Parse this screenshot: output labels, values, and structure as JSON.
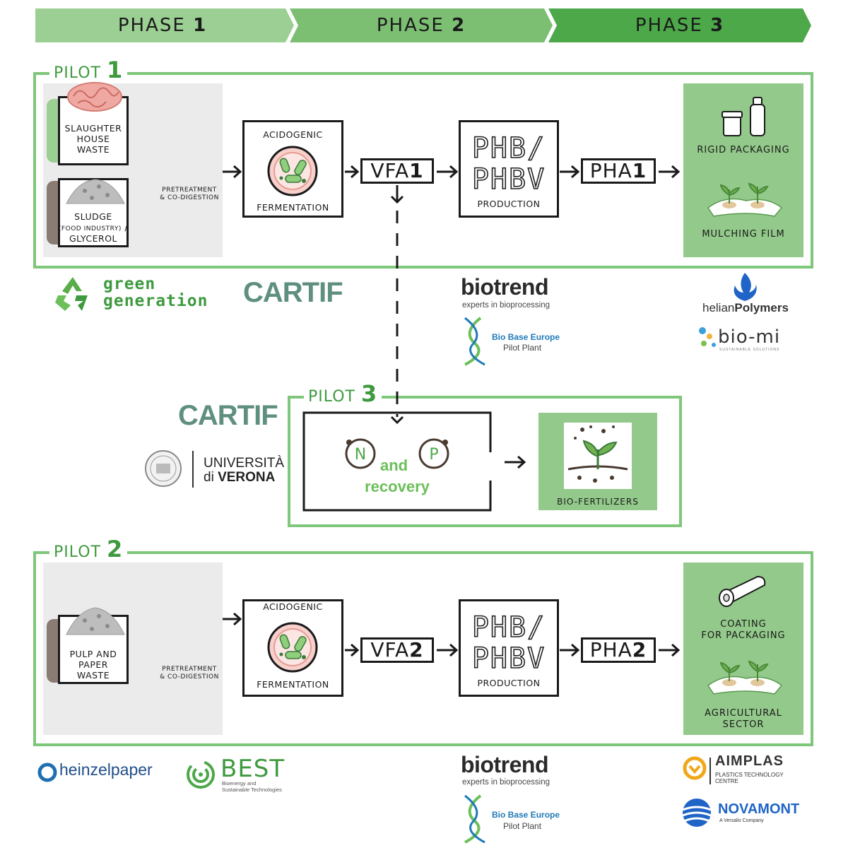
{
  "phases": [
    {
      "label": "PHASE",
      "num": "1"
    },
    {
      "label": "PHASE",
      "num": "2"
    },
    {
      "label": "PHASE",
      "num": "3"
    }
  ],
  "colors": {
    "green_light": "#9ccf93",
    "green_mid": "#7cbf72",
    "green_dark": "#4da84a",
    "panel": "#93c98a",
    "border": "#7fc77a",
    "title": "#3f9a3f",
    "cartif": "#5f8f7f"
  },
  "pilot1": {
    "title": "PILOT",
    "num": "1",
    "input1": [
      "SLAUGHTER",
      "HOUSE",
      "WASTE"
    ],
    "input2_line1": "SLUDGE",
    "input2_line2": "(FOOD INDUSTRY)",
    "input2_slash": "/",
    "input2_line3": "GLYCEROL",
    "pretreatment": [
      "PRETREATMENT",
      "& CO-DIGESTION"
    ],
    "ferm_top": "ACIDOGENIC",
    "ferm_bottom": "FERMENTATION",
    "vfa": "VFA",
    "vfa_num": "1",
    "phb_top": "PHB/",
    "phb_bottom": "PHBV",
    "production": "PRODUCTION",
    "pha": "PHA",
    "pha_num": "1",
    "out1": "RIGID PACKAGING",
    "out2": "MULCHING FILM"
  },
  "pilot3": {
    "title": "PILOT",
    "num": "3",
    "n": "N",
    "p": "P",
    "and": "and",
    "recovery": "recovery",
    "out": "BIO-FERTILIZERS"
  },
  "pilot2": {
    "title": "PILOT",
    "num": "2",
    "input": [
      "PULP AND",
      "PAPER",
      "WASTE"
    ],
    "pretreatment": [
      "PRETREATMENT",
      "& CO-DIGESTION"
    ],
    "ferm_top": "ACIDOGENIC",
    "ferm_bottom": "FERMENTATION",
    "vfa": "VFA",
    "vfa_num": "2",
    "phb_top": "PHB/",
    "phb_bottom": "PHBV",
    "production": "PRODUCTION",
    "pha": "PHA",
    "pha_num": "2",
    "out1": [
      "COATING",
      "FOR PACKAGING"
    ],
    "out2": [
      "AGRICULTURAL",
      "SECTOR"
    ]
  },
  "logos": {
    "green_gen": [
      "green",
      "generation"
    ],
    "cartif": "CARTIF",
    "biotrend": "biotrend",
    "biotrend_sub": "experts in bioprocessing",
    "bbe1": "Bio Base Europe",
    "bbe2": "Pilot Plant",
    "helian_a": "helian",
    "helian_b": "Polymers",
    "biomi": "bio-mi",
    "biomi_sub": "SUSTAINABLE SOLUTIONS",
    "univ1": "UNIVERSITÀ",
    "univ2a": "di",
    "univ2b": "VERONA",
    "heinzel": "heinzelpaper",
    "best": "BEST",
    "best_sub1": "Bioenergy and",
    "best_sub2": "Sustainable Technologies",
    "aimplas": "AIMPLAS",
    "aimplas_sub1": "PLASTICS TECHNOLOGY",
    "aimplas_sub2": "CENTRE",
    "novamont": "NOVAMONT",
    "novamont_sub": "A Versalis Company"
  }
}
